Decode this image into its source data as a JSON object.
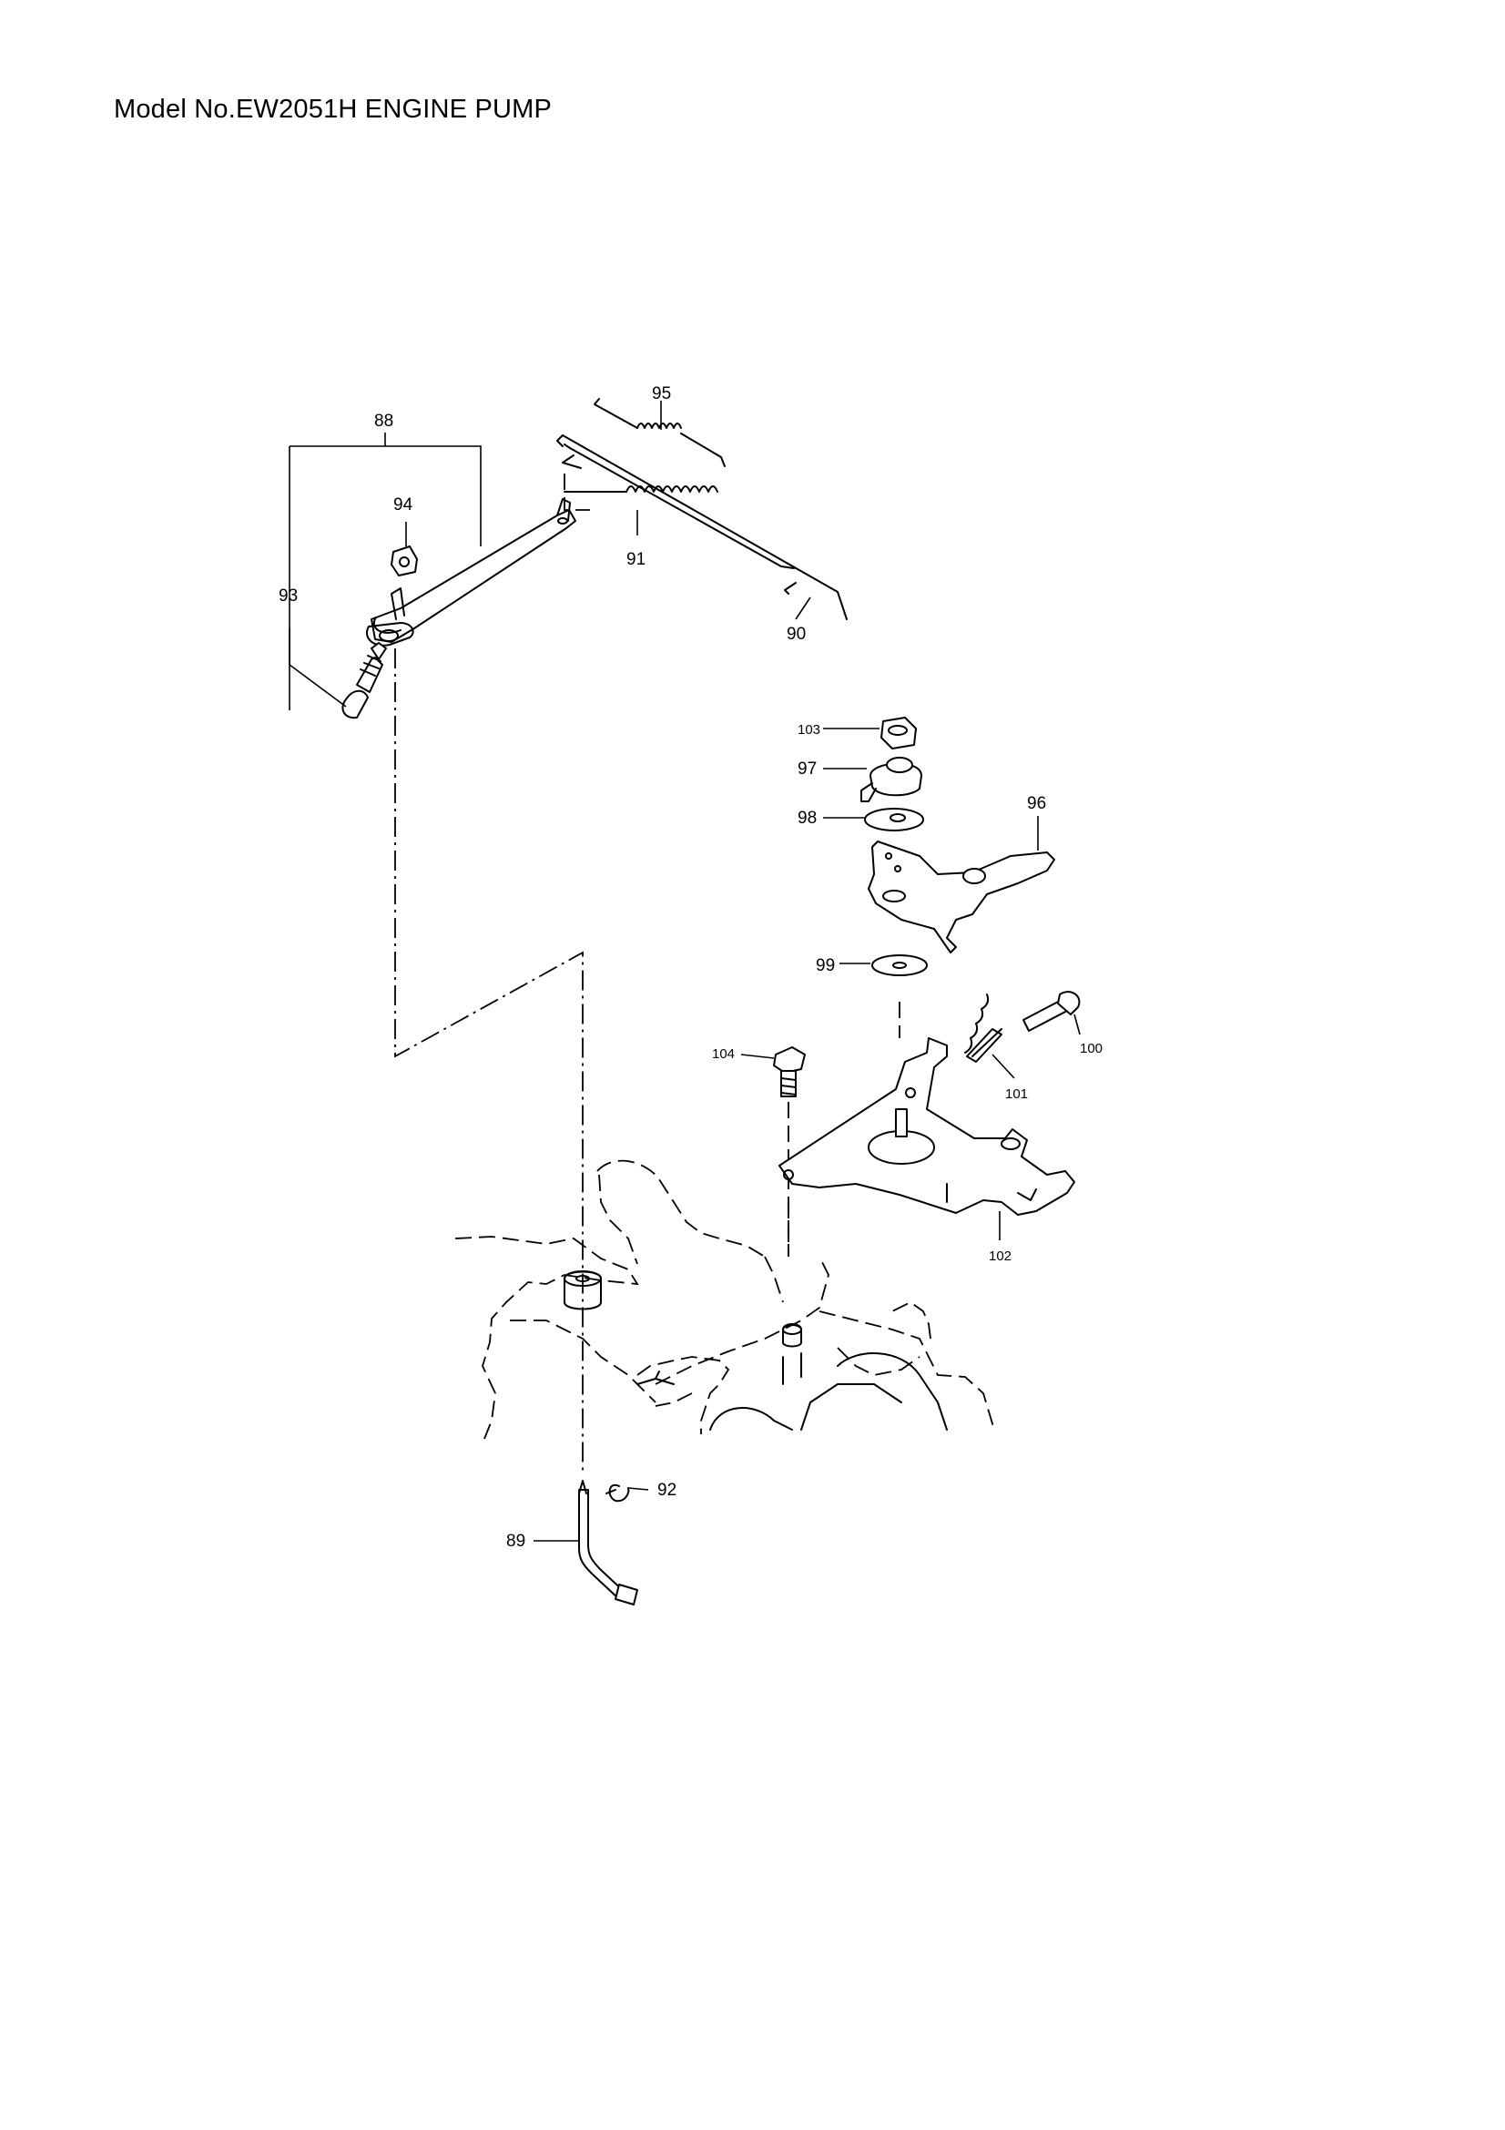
{
  "header": {
    "title": "Model No.EW2051H ENGINE PUMP"
  },
  "callouts": {
    "p88": "88",
    "p89": "89",
    "p90": "90",
    "p91": "91",
    "p92": "92",
    "p93": "93",
    "p94": "94",
    "p95": "95",
    "p96": "96",
    "p97": "97",
    "p98": "98",
    "p99": "99",
    "p100": "100",
    "p101": "101",
    "p102": "102",
    "p103": "103",
    "p104": "104"
  }
}
